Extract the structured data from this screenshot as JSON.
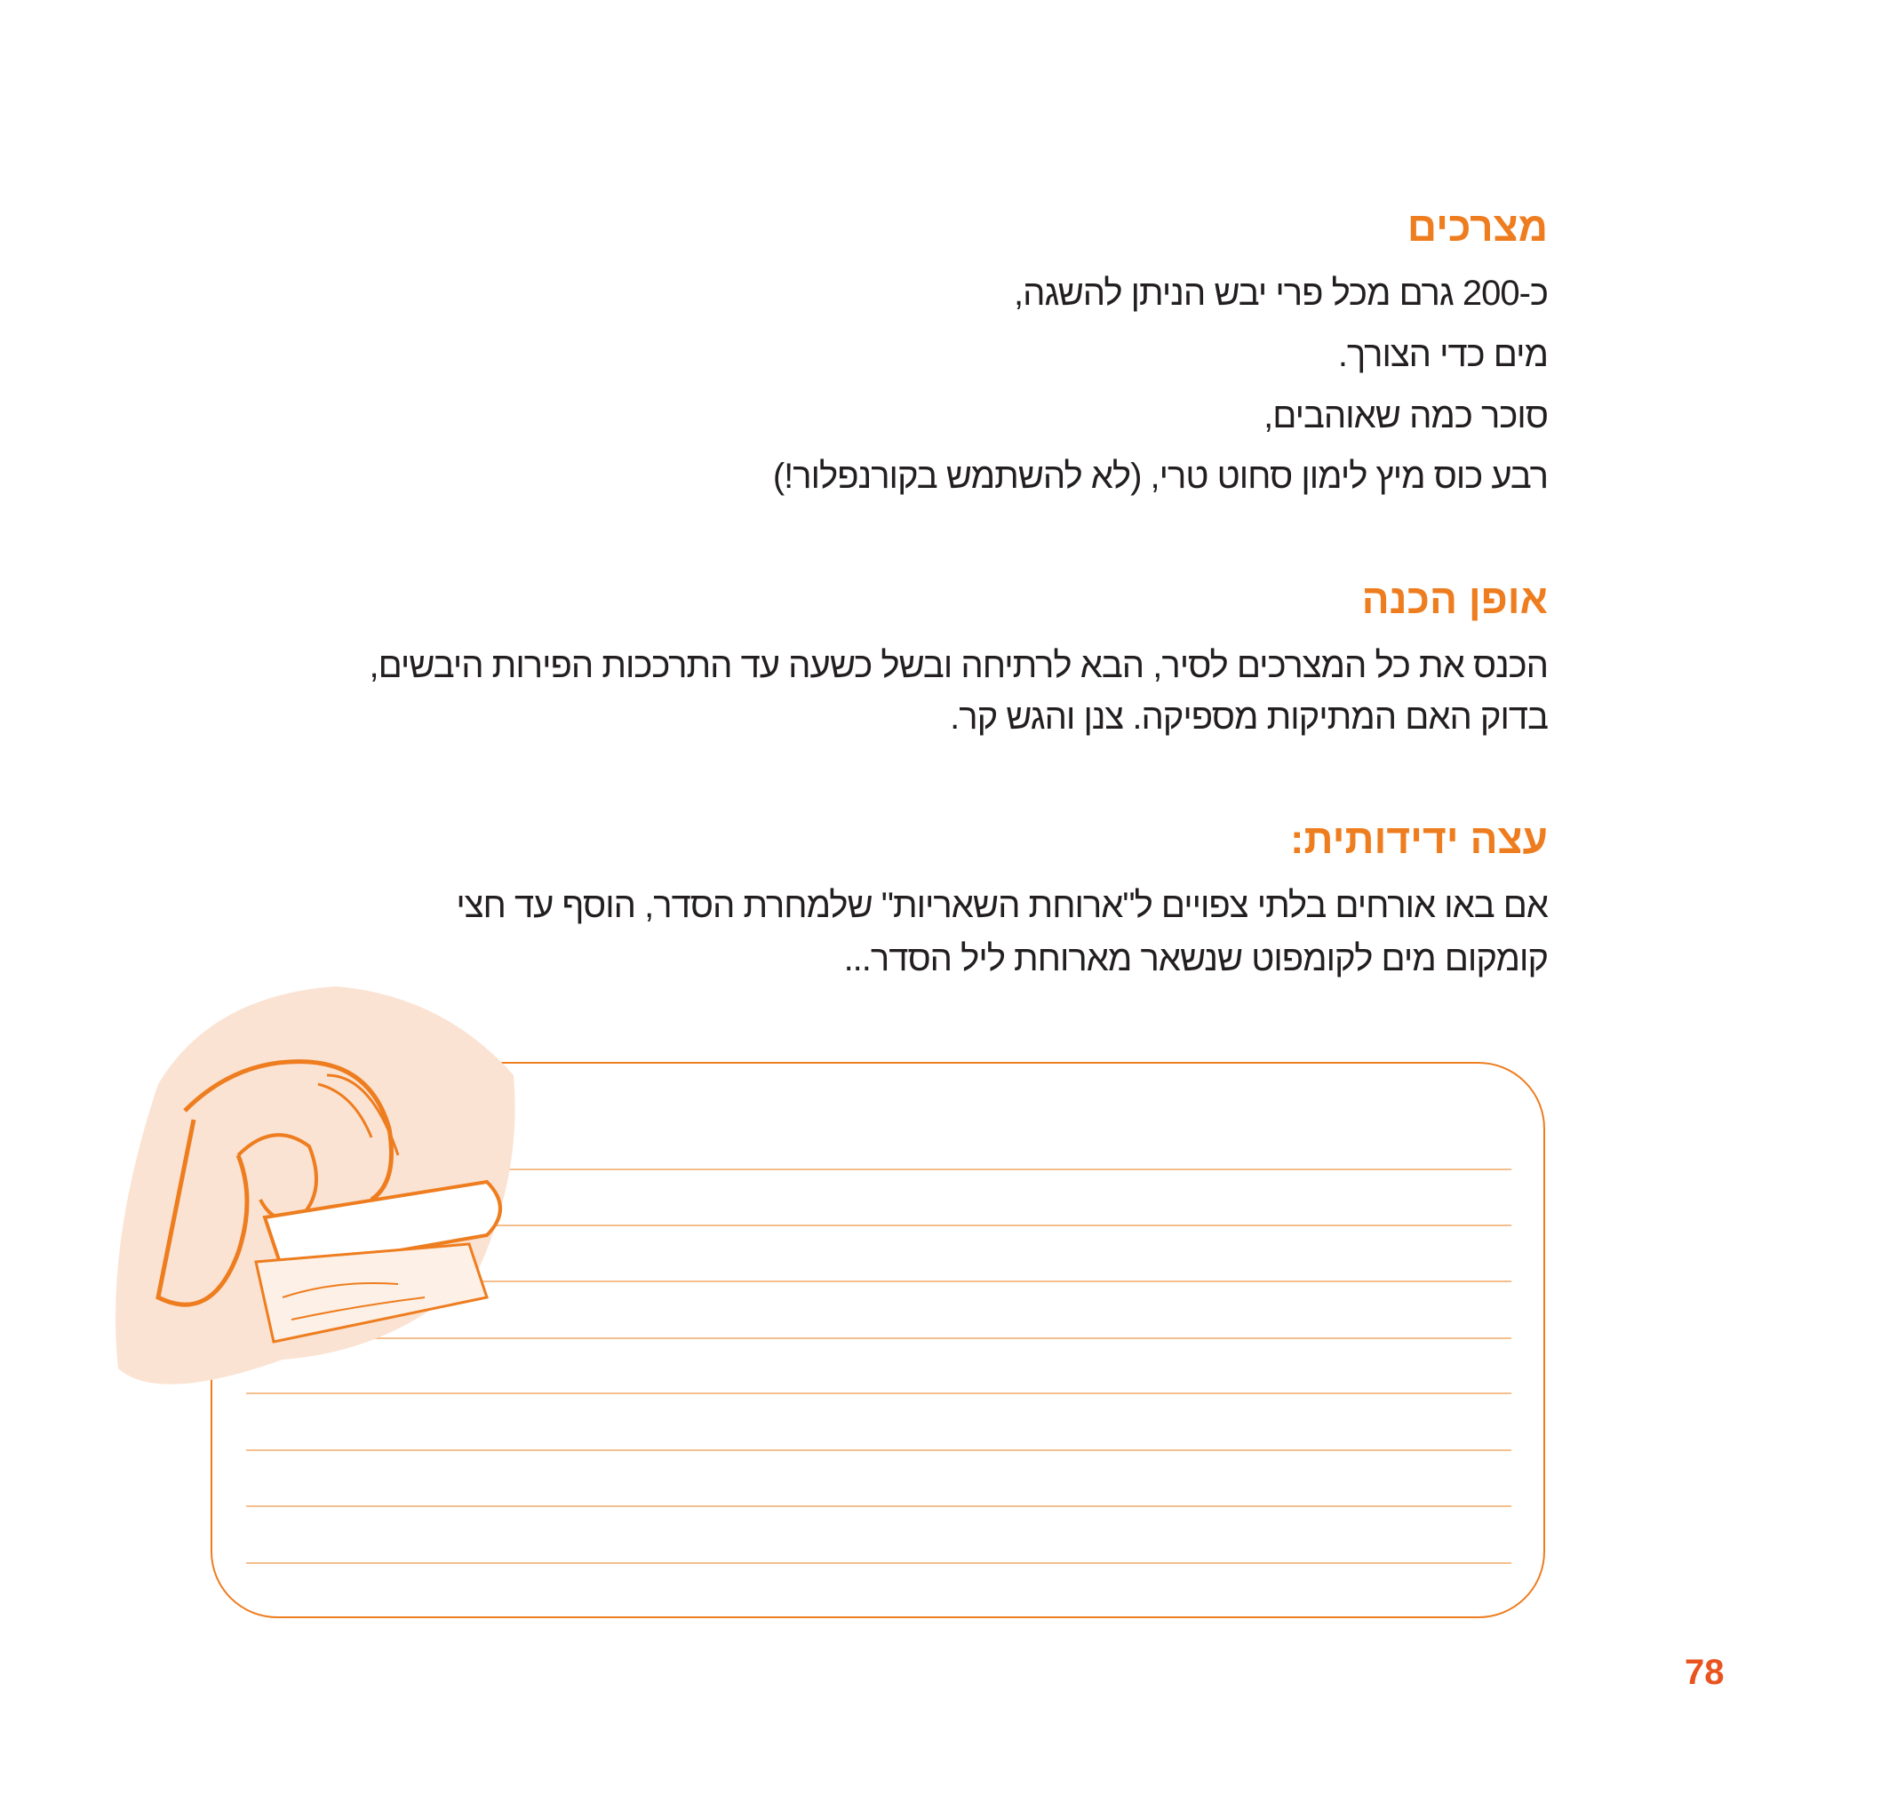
{
  "ingredients": {
    "heading": "מצרכים",
    "items": [
      "כ-200 גרם מכל פרי יבש הניתן להשגה,",
      "מים כדי הצורך.",
      "סוכר כמה שאוהבים,",
      "רבע כוס מיץ לימון סחוט טרי, (לא להשתמש בקורנפלור!)"
    ]
  },
  "preparation": {
    "heading": "אופן הכנה",
    "lines": [
      "הכנס את כל המצרכים לסיר, הבא לרתיחה ובשל כשעה עד התרככות הפירות היבשים,",
      "בדוק האם המתיקות מספיקה. צנן והגש קר."
    ]
  },
  "tip": {
    "heading": "עצה ידידותית:",
    "lines": [
      "אם באו אורחים בלתי צפויים ל\"ארוחת השאריות\" שלמחרת הסדר, הוסף עד חצי",
      "קומקום מים לקומפוט שנשאר מארוחת ליל הסדר..."
    ]
  },
  "page_number": "78",
  "colors": {
    "accent": "#ee7d1f",
    "text": "#231f20",
    "page_number": "#e8531e"
  }
}
